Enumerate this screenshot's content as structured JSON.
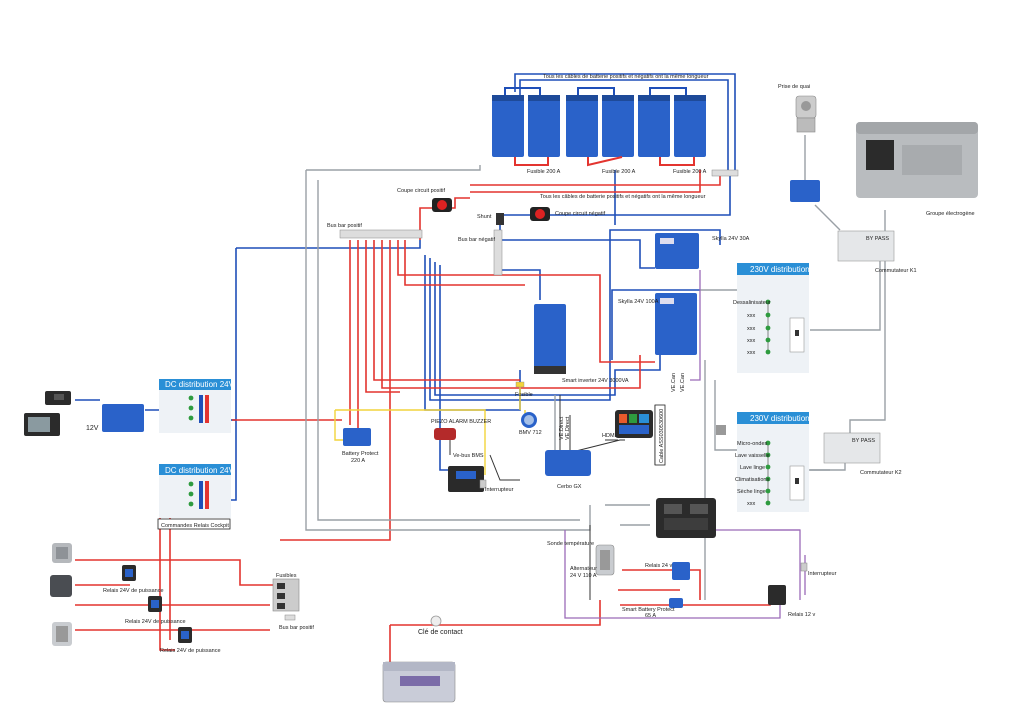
{
  "notes": {
    "top_cables": "Tous les câbles de batterie positifs et négatifs ont la même longueur",
    "mid_cables": "Tous les câbles de batterie positifs et négatifs ont la même longueur"
  },
  "labels": {
    "fuse_a": "Fusible 200 A",
    "fuse_b": "Fusible 200 A",
    "fuse_c": "Fusible 200 A",
    "cut_pos": "Coupe circuit positif",
    "cut_neg": "Coupe circuit négatif",
    "shunt": "Shunt",
    "busbar_pos": "Bus bar positif",
    "busbar_neg": "Bus bar négatif",
    "skylla30": "Skylla 24V 30A",
    "skylla100": "Skylla 24V 100A",
    "inverter": "Smart inverter 24V 3000VA",
    "fusible": "Fusible",
    "bmv": "BMV 712",
    "battery_protect": "Battery Protect",
    "battery_protect_a": "220 A",
    "vebus": "Ve-bus BMS",
    "piezo": "PIEZO ALARM BUZZER",
    "interrupteur": "Interrupteur",
    "cerbo": "Cerbo GX",
    "hdmi": "HDMI",
    "gx_display": "Cable ASS030530600",
    "ve_direct": "VE.Direct",
    "ve_can": "VE.Can",
    "twelve_v": "12V",
    "commandes": "Commandes Relais Cockpit",
    "fusibles": "Fusibles",
    "busbar_pos2": "Bus bar positif",
    "relais1": "Relais  24V de puissance",
    "relais2": "Relais  24V de puissance",
    "relais3": "Relais  24V de puissance",
    "sonde": "Sonde température",
    "alternateur": "Alternateur",
    "alternateur_spec": "24 V 110 A",
    "relais24": "Relais 24 v",
    "smart_bp": "Smart Battery Protect",
    "smart_bp_a": "65 A",
    "relais12": "Relais 12 v",
    "interrupteur2": "Interrupteur",
    "cle": "Clé de contact",
    "prise": "Prise de quai",
    "groupe": "Groupe électrogène",
    "commutateur1": "Commutateur K1",
    "commutateur2": "Commutateur K2",
    "bypass": "BY PASS"
  },
  "dc1": {
    "title": "DC distribution 24V"
  },
  "dc2": {
    "title": "DC distribution 24V"
  },
  "ac1": {
    "title": "230V distribution",
    "items": [
      "Dessalinisateur",
      "xxx",
      "xxx",
      "xxx",
      "xxx"
    ]
  },
  "ac2": {
    "title": "230V distribution",
    "items": [
      "Micro-ondes",
      "Lave vaisselle",
      "Lave linge",
      "Climatisations",
      "Sèche linge",
      "xxx"
    ]
  },
  "colors": {
    "red": "#e3342f",
    "blue": "#1f4fb8",
    "grey": "#9aa0a6",
    "victron": "#2a62c9",
    "header": "#2a8fd6",
    "yellow": "#f2d43b",
    "purple": "#9b6bb8"
  }
}
